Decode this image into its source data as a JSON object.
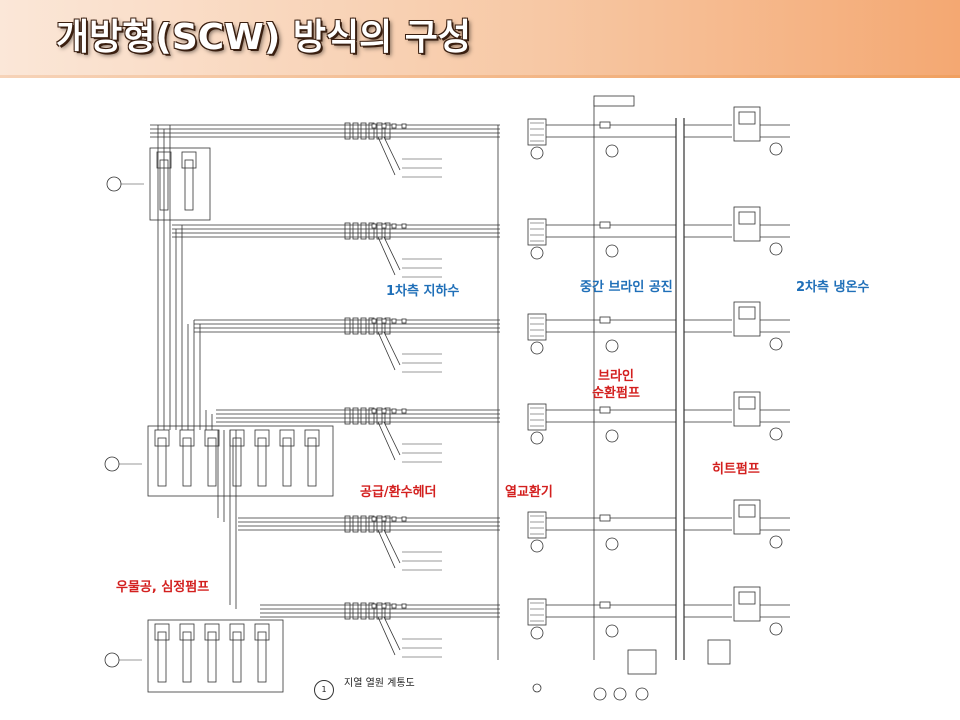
{
  "slide": {
    "title": "개방형(SCW) 방식의 구성",
    "colors": {
      "header_start": "#fbe7d8",
      "header_end": "#f4a872",
      "label_blue": "#1f6fb8",
      "label_red": "#d3201f",
      "line": "#333333"
    }
  },
  "labels": {
    "primary_groundwater": "1차측 지하수",
    "intermediate_brine": "중간 브라인 공진",
    "secondary_cold_hot_water": "2차측 냉온수",
    "brine_circulation_pump_line1": "브라인",
    "brine_circulation_pump_line2": "순환펌프",
    "heat_pump": "히트펌프",
    "supply_return_header": "공급/환수헤더",
    "heat_exchanger": "열교환기",
    "well_submersible_pump": "우물공, 심정펌프"
  },
  "drawing": {
    "number": "1",
    "title": "지열 열원 계통도"
  }
}
